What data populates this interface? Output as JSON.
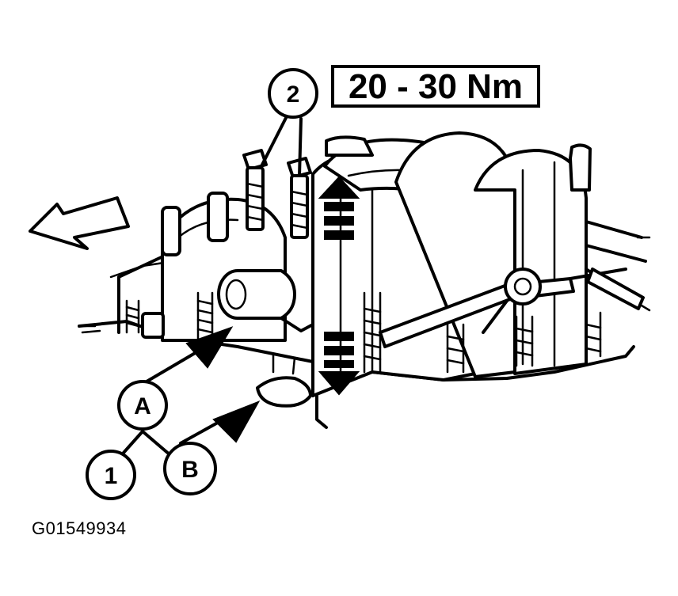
{
  "torque_label": "20 - 30 Nm",
  "callouts": {
    "c2": "2",
    "cA": "A",
    "cB": "B",
    "c1": "1"
  },
  "figure_id": "G01549934"
}
